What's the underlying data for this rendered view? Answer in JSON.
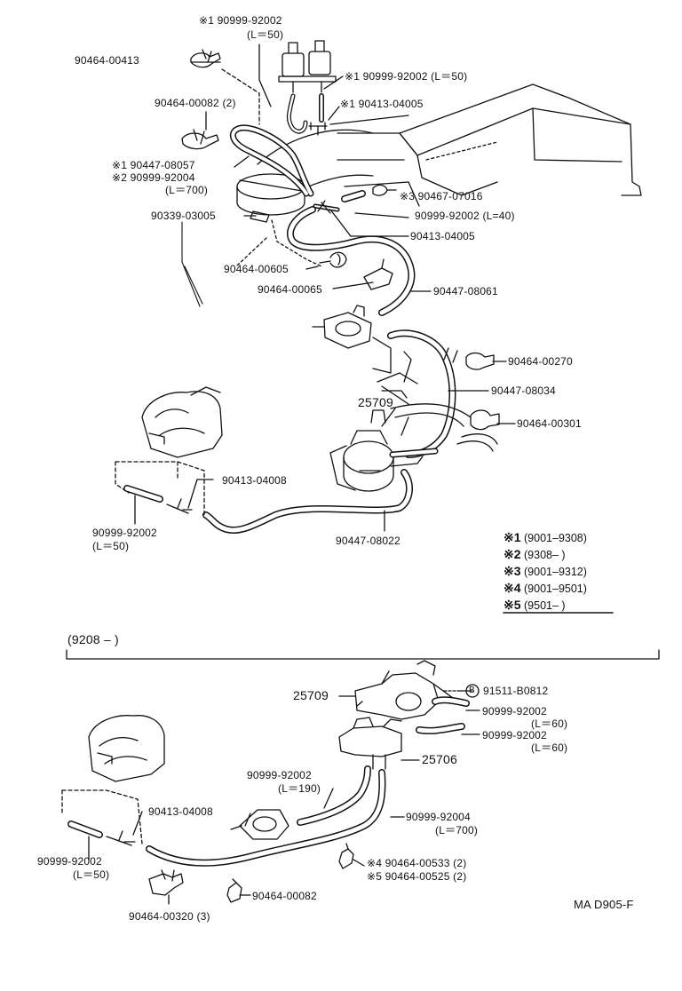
{
  "callouts_top": [
    {
      "id": "c1",
      "text": "※1 90999-92002"
    },
    {
      "id": "c2",
      "text": "(L＝50)"
    },
    {
      "id": "c3",
      "text": "90464-00413"
    },
    {
      "id": "c4",
      "text": "※1 90999-92002 (L＝50)"
    },
    {
      "id": "c5",
      "text": "90464-00082 (2)"
    },
    {
      "id": "c6",
      "text": "※1 90413-04005"
    },
    {
      "id": "c7",
      "text": "※1 90447-08057"
    },
    {
      "id": "c8",
      "text": "※2 90999-92004"
    },
    {
      "id": "c9",
      "text": "(L＝700)"
    },
    {
      "id": "c10",
      "text": "※3 90467-07016"
    },
    {
      "id": "c11",
      "text": "90339-03005"
    },
    {
      "id": "c12",
      "text": "90999-92002 (L=40)"
    },
    {
      "id": "c13",
      "text": "90413-04005"
    },
    {
      "id": "c14",
      "text": "90464-00605"
    },
    {
      "id": "c15",
      "text": "90464-00065"
    },
    {
      "id": "c16",
      "text": "90447-08061"
    },
    {
      "id": "c17",
      "text": "90464-00270"
    },
    {
      "id": "c18",
      "text": "90447-08034"
    },
    {
      "id": "c19",
      "text": "25709"
    },
    {
      "id": "c20",
      "text": "90464-00301"
    },
    {
      "id": "c21",
      "text": "90413-04008"
    },
    {
      "id": "c22",
      "text": "90999-92002"
    },
    {
      "id": "c23",
      "text": "(L＝50)"
    },
    {
      "id": "c24",
      "text": "90447-08022"
    }
  ],
  "legend": [
    {
      "mark": "※1",
      "range": "(9001–9308)"
    },
    {
      "mark": "※2",
      "range": "(9308–        )"
    },
    {
      "mark": "※3",
      "range": "(9001–9312)"
    },
    {
      "mark": "※4",
      "range": "(9001–9501)"
    },
    {
      "mark": "※5",
      "range": "(9501–        )"
    }
  ],
  "section_header": "(9208 –           )",
  "callouts_bottom": [
    {
      "id": "b1",
      "text": "25709"
    },
    {
      "id": "b2",
      "text": "91511-B0812"
    },
    {
      "id": "b2m",
      "text": "B"
    },
    {
      "id": "b3",
      "text": "90999-92002"
    },
    {
      "id": "b4",
      "text": "(L＝60)"
    },
    {
      "id": "b5",
      "text": "90999-92002"
    },
    {
      "id": "b6",
      "text": "(L＝60)"
    },
    {
      "id": "b7",
      "text": "25706"
    },
    {
      "id": "b8",
      "text": "90999-92002"
    },
    {
      "id": "b9",
      "text": "(L＝190)"
    },
    {
      "id": "b10",
      "text": "90413-04008"
    },
    {
      "id": "b11",
      "text": "90999-92004"
    },
    {
      "id": "b12",
      "text": "(L＝700)"
    },
    {
      "id": "b13",
      "text": "90999-92002"
    },
    {
      "id": "b14",
      "text": "(L＝50)"
    },
    {
      "id": "b15",
      "text": "※4 90464-00533 (2)"
    },
    {
      "id": "b16",
      "text": "※5 90464-00525 (2)"
    },
    {
      "id": "b17",
      "text": "90464-00082"
    },
    {
      "id": "b18",
      "text": "90464-00320 (3)"
    }
  ],
  "figure_code": "MA  D905-F"
}
